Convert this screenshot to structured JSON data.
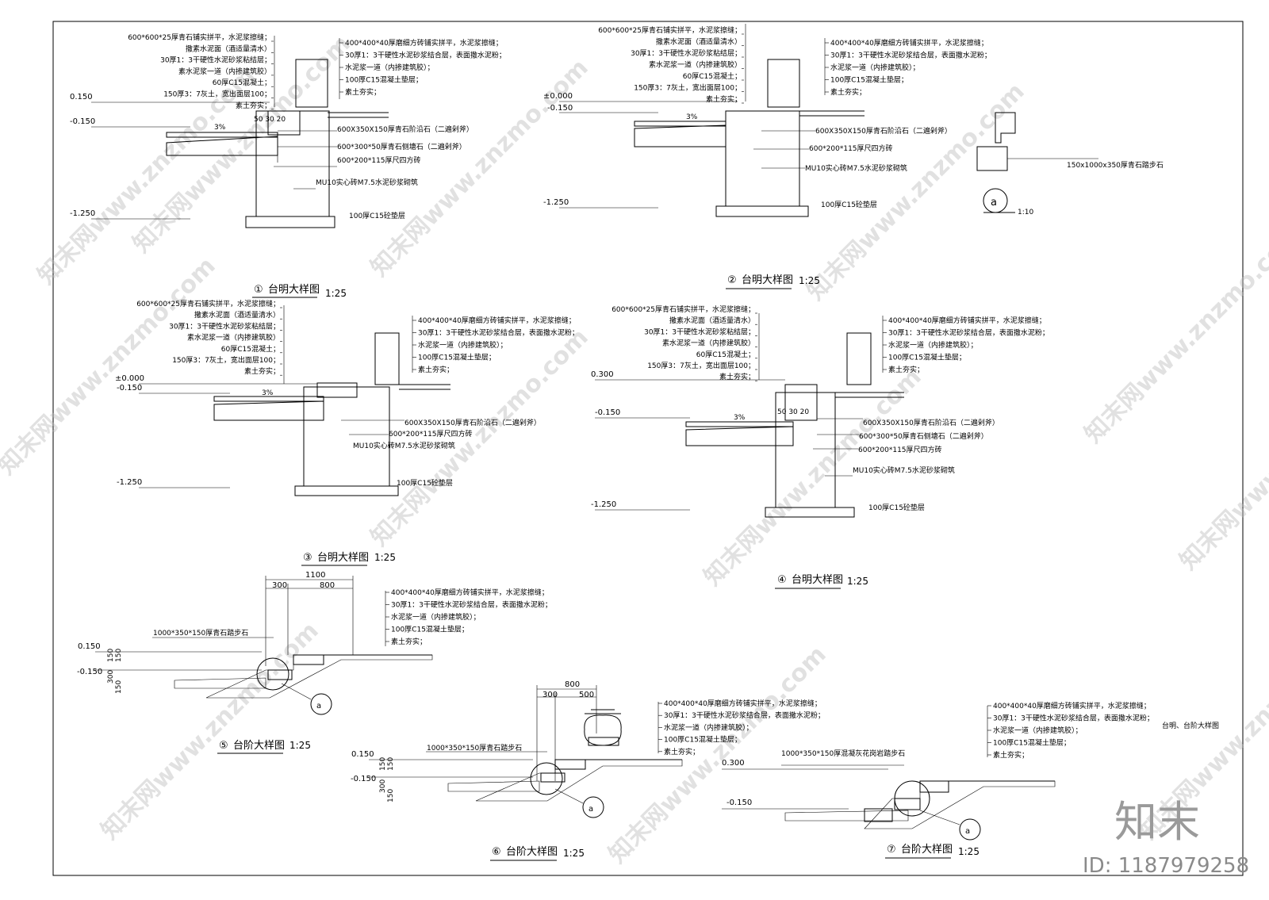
{
  "sheet_title": "台明、台阶大样图",
  "logo": "知末",
  "id_label": "ID: 1187979258",
  "watermark": "知末网www.znzmo.com",
  "layers": {
    "top_paving": "400*400*40厚磨细方砖铺实拼平，水泥浆擦缝；",
    "bed_30": "30厚1：3干硬性水泥砂浆结合层，表面撒水泥粉；",
    "slurry": "水泥浆一道（内掺建筑胶）；",
    "c15_100": "100厚C15混凝土垫层；",
    "soil": "素土夯实；"
  },
  "d1": {
    "num": "①",
    "title": "台明大样图",
    "scale": "1:25",
    "left_labels": [
      "600*600*25厚青石铺实拼平，水泥浆擦缝；",
      "撒素水泥面（酒适量清水）",
      "30厚1：3干硬性水泥砂浆粘结层；",
      "素水泥浆一道（内掺建筑胶）",
      "60厚C15混凝土；",
      "150厚3：7灰土，宽出面层100；",
      "素土夯实；"
    ],
    "elev": [
      "0.150",
      "-0.150",
      "-1.250"
    ],
    "slope": "3%",
    "dims": "50 30 20",
    "right_labels": [
      "600X350X150厚青石阶沿石（二遍剁斧）",
      "600*300*50厚青石侧塘石（二遍剁斧）",
      "600*200*115厚尺四方砖",
      "MU10实心砖M7.5水泥砂浆砌筑",
      "100厚C15砼垫层"
    ]
  },
  "d2": {
    "num": "②",
    "title": "台明大样图",
    "scale": "1:25",
    "left_labels": [
      "600*600*25厚青石铺实拼平，水泥浆擦缝；",
      "撒素水泥面（酒适量清水）",
      "30厚1：3干硬性水泥砂浆粘结层；",
      "素水泥浆一道（内掺建筑胶）",
      "60厚C15混凝土；",
      "150厚3：7灰土，宽出面层100；",
      "素土夯实；"
    ],
    "elev": [
      "±0.000",
      "-0.150",
      "-1.250"
    ],
    "slope": "3%",
    "right_labels": [
      "600X350X150厚青石阶沿石（二遍剁斧）",
      "600*200*115厚尺四方砖",
      "MU10实心砖M7.5水泥砂浆砌筑",
      "100厚C15砼垫层"
    ]
  },
  "da": {
    "num": "a",
    "scale": "1:10",
    "label": "150x1000x350厚青石踏步石"
  },
  "d3": {
    "num": "③",
    "title": "台明大样图",
    "scale": "1:25",
    "left_labels": [
      "600*600*25厚青石铺实拼平，水泥浆擦缝；",
      "撒素水泥面（酒适量清水）",
      "30厚1：3干硬性水泥砂浆粘结层；",
      "素水泥浆一道（内掺建筑胶）",
      "60厚C15混凝土；",
      "150厚3：7灰土，宽出面层100；",
      "素土夯实；"
    ],
    "elev": [
      "±0.000",
      "-0.150",
      "-1.250"
    ],
    "slope": "3%",
    "right_labels": [
      "600X350X150厚青石阶沿石（二遍剁斧）",
      "600*200*115厚尺四方砖",
      "MU10实心砖M7.5水泥砂浆砌筑",
      "100厚C15砼垫层"
    ]
  },
  "d4": {
    "num": "④",
    "title": "台明大样图",
    "scale": "1:25",
    "left_labels": [
      "600*600*25厚青石铺实拼平，水泥浆擦缝；",
      "撒素水泥面（酒适量清水）",
      "30厚1：3干硬性水泥砂浆粘结层；",
      "素水泥浆一道（内掺建筑胶）",
      "60厚C15混凝土；",
      "150厚3：7灰土，宽出面层100；",
      "素土夯实；"
    ],
    "elev": [
      "0.300",
      "-0.150",
      "-1.250"
    ],
    "slope": "3%",
    "dims": "50 30 20",
    "right_labels": [
      "600X350X150厚青石阶沿石（二遍剁斧）",
      "600*300*50厚青石侧塘石（二遍剁斧）",
      "600*200*115厚尺四方砖",
      "MU10实心砖M7.5水泥砂浆砌筑",
      "100厚C15砼垫层"
    ]
  },
  "d5": {
    "num": "⑤",
    "title": "台阶大样图",
    "scale": "1:25",
    "dims": [
      "1100",
      "300",
      "800"
    ],
    "step_label": "1000*350*150厚青石踏步石",
    "elev": [
      "0.150",
      "-0.150"
    ],
    "vdims": [
      "150",
      "150",
      "300",
      "150"
    ],
    "ref": "a"
  },
  "d6": {
    "num": "⑥",
    "title": "台阶大样图",
    "scale": "1:25",
    "dims": [
      "800",
      "300",
      "500"
    ],
    "step_label": "1000*350*150厚青石踏步石",
    "elev": [
      "0.150",
      "-0.150"
    ],
    "vdims": [
      "150",
      "150",
      "300",
      "150"
    ],
    "ref": "a"
  },
  "d7": {
    "num": "⑦",
    "title": "台阶大样图",
    "scale": "1:25",
    "step_label": "1000*350*150厚混凝灰花岗岩踏步石",
    "elev": [
      "0.300",
      "-0.150"
    ],
    "ref": "a"
  }
}
